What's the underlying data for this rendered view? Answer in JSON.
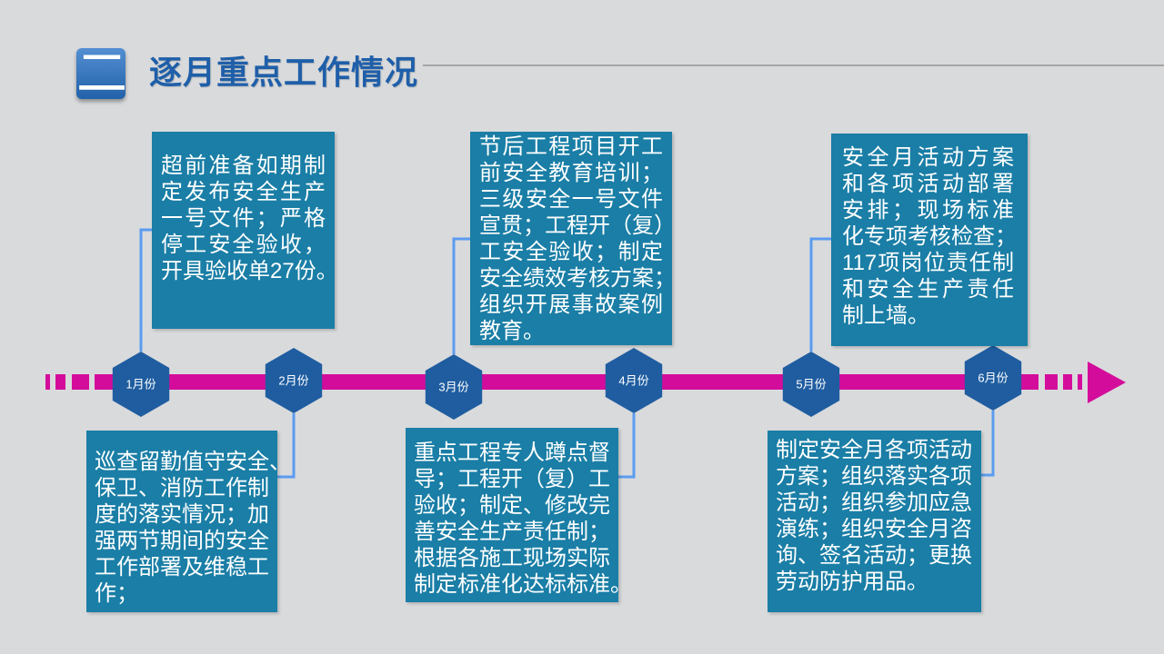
{
  "header": {
    "section_number": "二",
    "title": "逐月重点工作情况"
  },
  "colors": {
    "background": "#d9dadc",
    "title": "#1f5fa9",
    "icon": "#2872c6",
    "divider": "#a6a6a6",
    "timeline": "#d40c9b",
    "hexagon": "#1f5da0",
    "box": "#1a7ea6",
    "connector": "#5b9cf0"
  },
  "timeline": {
    "months": [
      {
        "label": "1月份",
        "lines": [
          "超前准备如期制",
          "定发布安全生产",
          "一号文件；严格",
          "停工安全验收，",
          "开具验收单27份。"
        ]
      },
      {
        "label": "2月份",
        "lines": [
          "巡查留勤值守安全、",
          "保卫、消防工作制",
          "度的落实情况；加",
          "强两节期间的安全",
          "工作部署及维稳工",
          "作；"
        ]
      },
      {
        "label": "3月份",
        "lines": [
          "节后工程项目开工",
          "前安全教育培训；",
          "三级安全一号文件",
          "宣贯；工程开（复）",
          "工安全验收；制定",
          "安全绩效考核方案；",
          "组织开展事故案例",
          "教育。"
        ]
      },
      {
        "label": "4月份",
        "lines": [
          "重点工程专人蹲点督",
          "导；工程开（复）工",
          "验收；制定、修改完",
          "善安全生产责任制；",
          "根据各施工现场实际",
          "制定标准化达标标准。"
        ]
      },
      {
        "label": "5月份",
        "lines": [
          "安全月活动方案",
          "和各项活动部署",
          "安排；现场标准",
          "化专项考核检查；",
          "117项岗位责任制",
          "和安全生产责任",
          "制上墙。"
        ]
      },
      {
        "label": "6月份",
        "lines": [
          "制定安全月各项活动",
          "方案；组织落实各项",
          "活动；组织参加应急",
          "演练；组织安全月咨",
          "询、签名活动；更换",
          "劳动防护用品。"
        ]
      }
    ]
  }
}
